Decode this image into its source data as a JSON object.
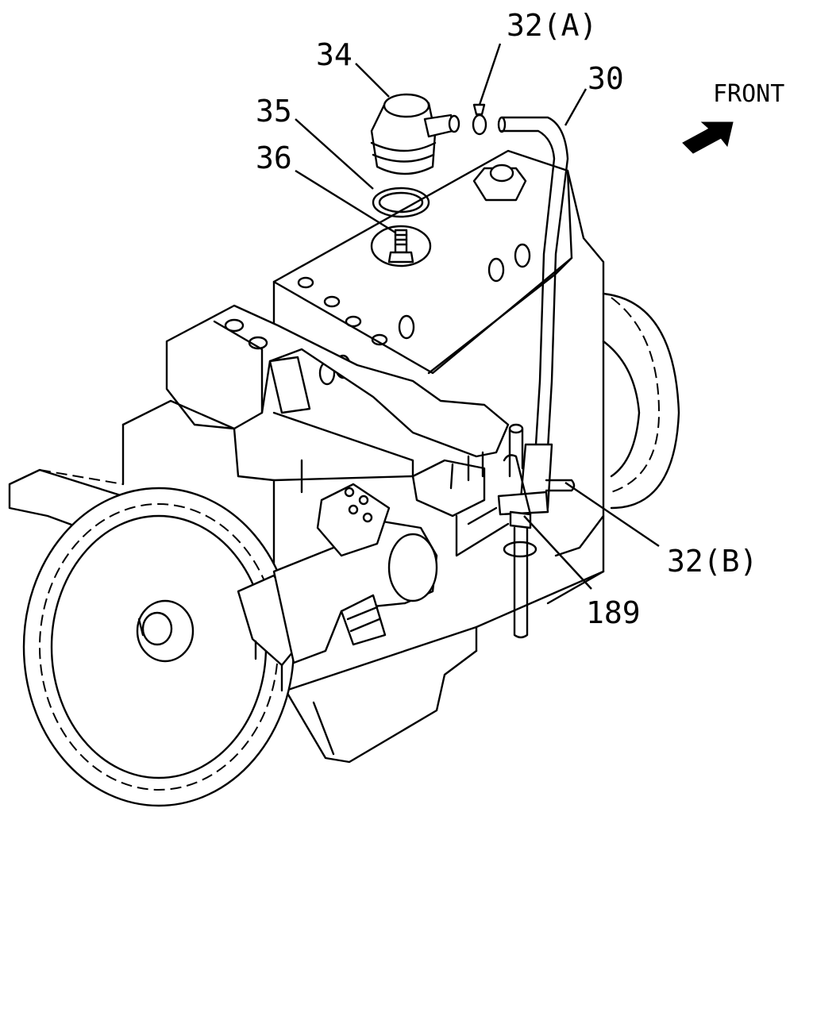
{
  "callouts": {
    "part_34": "34",
    "part_35": "35",
    "part_36": "36",
    "part_32a": "32(A)",
    "part_30": "30",
    "part_32b": "32(B)",
    "part_189": "189"
  },
  "orientation": {
    "label": "FRONT",
    "arrow_icon": "front-arrow-icon"
  }
}
